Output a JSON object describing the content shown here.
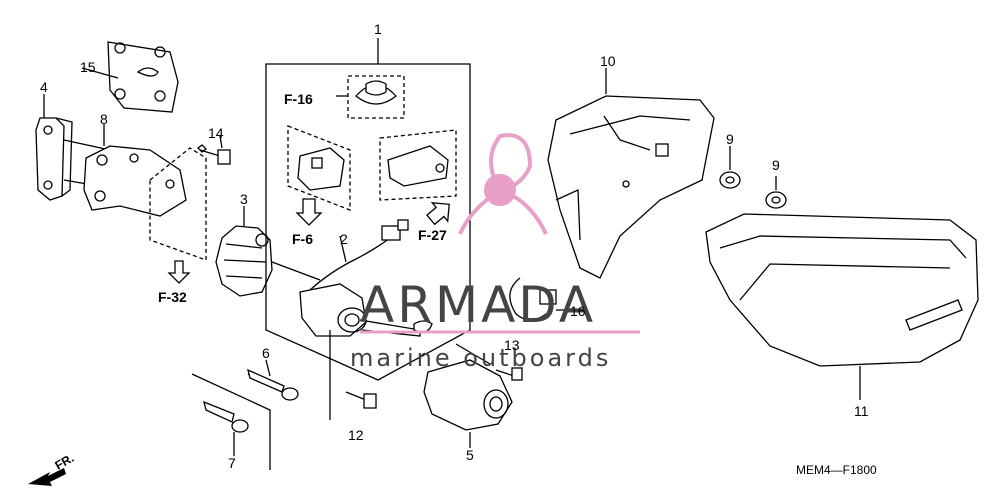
{
  "diagram": {
    "part_numbers": {
      "p1": "1",
      "p2": "2",
      "p3": "3",
      "p4": "4",
      "p5": "5",
      "p6": "6",
      "p7": "7",
      "p8": "8",
      "p9a": "9",
      "p9b": "9",
      "p10": "10",
      "p11": "11",
      "p12": "12",
      "p13": "13",
      "p14": "14",
      "p15": "15",
      "p16": "16"
    },
    "refs": {
      "f16": "F-16",
      "f6": "F-6",
      "f27": "F-27",
      "f32": "F-32"
    },
    "direction_label": "FR.",
    "code": "MEM4—F1800"
  },
  "watermark": {
    "brand": "ARMADA",
    "tagline": "marine outboards",
    "accent_color": "#e8a0c8"
  }
}
